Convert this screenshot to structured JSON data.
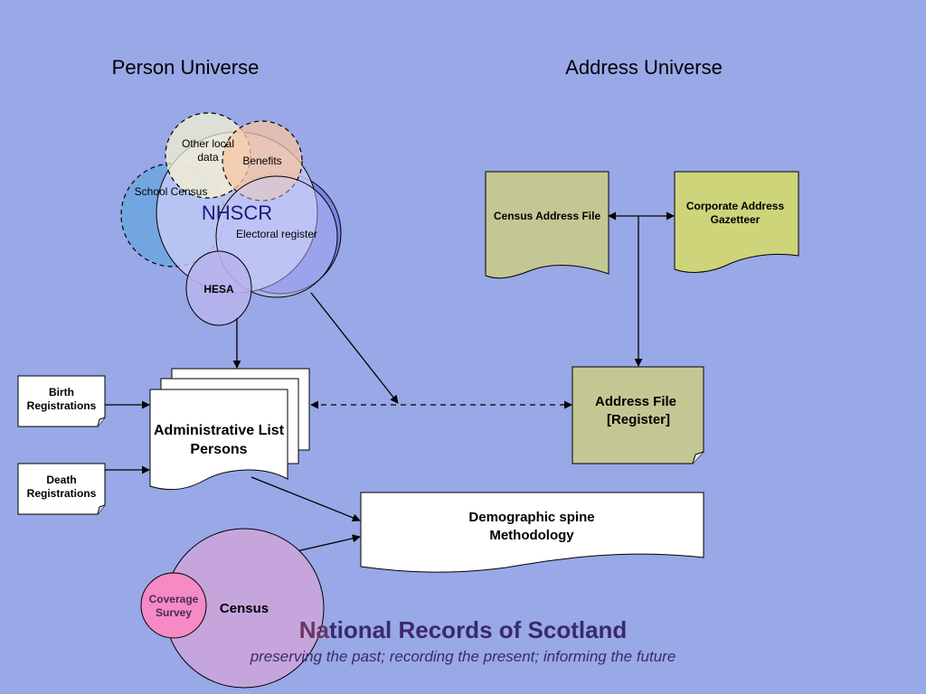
{
  "headings": {
    "person_universe": "Person Universe",
    "address_universe": "Address Universe"
  },
  "person_sources": {
    "other_local_data_line1": "Other local",
    "other_local_data_line2": "data",
    "benefits": "Benefits",
    "school_census": "School Census",
    "nhscr": "NHSCR",
    "electoral_register": "Electoral register",
    "hesa": "HESA"
  },
  "registrations": {
    "birth_line1": "Birth",
    "birth_line2": "Registrations",
    "death_line1": "Death",
    "death_line2": "Registrations"
  },
  "admin_list": {
    "line1": "Administrative List",
    "line2": "Persons"
  },
  "address_sources": {
    "census_address_file": "Census Address File",
    "corporate_gazetteer_line1": "Corporate Address",
    "corporate_gazetteer_line2": "Gazetteer",
    "address_file_line1": "Address File",
    "address_file_line2": "[Register]"
  },
  "spine": {
    "line1": "Demographic spine",
    "line2": "Methodology"
  },
  "census": {
    "label": "Census",
    "coverage_line1": "Coverage",
    "coverage_line2": "Survey"
  },
  "footer": {
    "org_accent": "Na",
    "org_rest": "tional Records of Scotland",
    "tagline": "preserving the past; recording the present; informing the future"
  },
  "colors": {
    "background": "#99a8e6",
    "nhscr_fill": "#c6c9f7",
    "electoral_fill": "#7b84e6",
    "school_fill": "#72a6e0",
    "other_local_fill": "#fbf7cf",
    "benefits_fill": "#f5c6a2",
    "hesa_fill": "#b7b3ec",
    "census_address_fill": "#c3c793",
    "gazetteer_fill": "#cdd47a",
    "address_file_fill": "#c3c793",
    "census_fill": "#c6a5dc",
    "coverage_fill": "#f58ac4",
    "footer_accent": "#6b3660"
  }
}
